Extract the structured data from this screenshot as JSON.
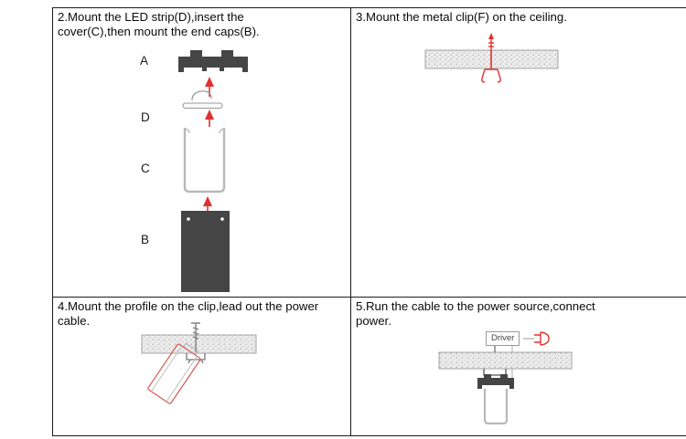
{
  "sheet": {
    "background": "#ffffff",
    "border_color": "#1c1c1c"
  },
  "colors": {
    "accent_red": "#e03131",
    "profile_dark": "#454545",
    "outline_gray": "#b8b8b8",
    "ceiling_speckle": "#a8a8a8"
  },
  "step2": {
    "title_lines": [
      "2.Mount the LED strip(D),insert the",
      "cover(C),then mount the end caps(B)."
    ],
    "part_labels": [
      "A",
      "D",
      "C",
      "B"
    ]
  },
  "step3": {
    "title_lines": [
      "3.Mount the metal clip(F) on the ceiling."
    ]
  },
  "step4": {
    "title_lines": [
      "4.Mount the profile on the clip,lead out the power",
      "cable."
    ]
  },
  "step5": {
    "title_lines": [
      "5.Run the cable to the power source,connect",
      "power."
    ],
    "driver_label": "Driver"
  }
}
